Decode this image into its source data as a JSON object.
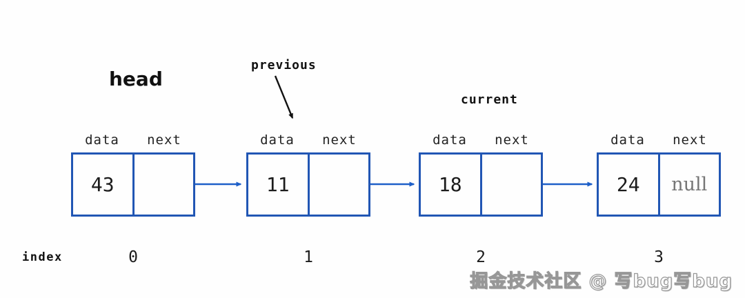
{
  "labels": {
    "head": "head",
    "previous": "previous",
    "current": "current",
    "index": "index",
    "data": "data",
    "next": "next"
  },
  "nodes": [
    {
      "data": "43",
      "next": "",
      "index": "0"
    },
    {
      "data": "11",
      "next": "",
      "index": "1"
    },
    {
      "data": "18",
      "next": "",
      "index": "2"
    },
    {
      "data": "24",
      "next": "null",
      "index": "3"
    }
  ],
  "arrows": {
    "next_links": [
      [
        0,
        1
      ],
      [
        1,
        2
      ],
      [
        2,
        3
      ]
    ],
    "previous_arrow_target_node": 1
  },
  "colors": {
    "box_border": "#2156b4",
    "next_arrow": "#1d5fc8",
    "previous_arrow": "#111111",
    "text": "#1b1b1b",
    "null_text": "#767676",
    "background": "#fefefe"
  },
  "watermark": "掘金技术社区 @ 写bug写bug"
}
